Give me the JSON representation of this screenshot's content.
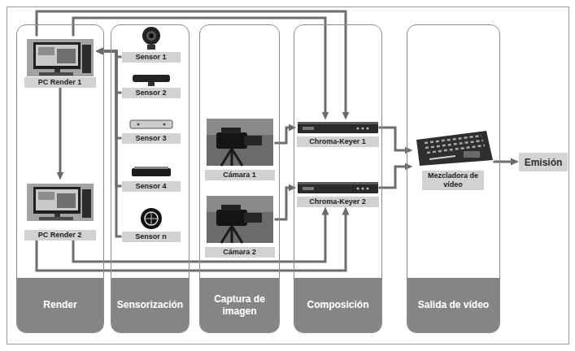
{
  "diagram": {
    "nodes": [
      {
        "text": [
          "Render"
        ]
      },
      {
        "text": [
          "PC Render 1"
        ],
        "in": 0
      },
      {
        "text": [
          "PC Render 2"
        ],
        "in": 0
      },
      {
        "text": [
          "Sensorización"
        ]
      },
      {
        "text": [
          "Sensor 1"
        ],
        "in": 3
      },
      {
        "text": [
          "Sensor 2"
        ],
        "in": 3
      },
      {
        "text": [
          "Sensor 3"
        ],
        "in": 3
      },
      {
        "text": [
          "Sensor 4"
        ],
        "in": 3
      },
      {
        "text": [
          "Sensor n"
        ],
        "in": 3
      },
      {
        "text": [
          "Captura de imagen"
        ]
      },
      {
        "text": [
          "Cámara 1"
        ],
        "in": 9
      },
      {
        "text": [
          "Cámara 2"
        ],
        "in": 9
      },
      {
        "text": [
          "Composición"
        ]
      },
      {
        "text": [
          "Chroma-Keyer 1"
        ],
        "in": 12
      },
      {
        "text": [
          "Chroma-Keyer 2"
        ],
        "in": 12
      },
      {
        "text": [
          "Salida de vídeo"
        ]
      },
      {
        "text": [
          "Mezcladora de vídeo"
        ],
        "in": 15
      },
      {
        "text": [
          "Emisión"
        ]
      }
    ],
    "edges": [
      {
        "from": 4,
        "to": 1,
        "arrow": "to"
      },
      {
        "from": 5,
        "to": 1,
        "arrow": "to"
      },
      {
        "from": 6,
        "to": 1,
        "arrow": "to"
      },
      {
        "from": 7,
        "to": 1,
        "arrow": "to"
      },
      {
        "from": 8,
        "to": 1,
        "arrow": "to"
      },
      {
        "from": 1,
        "to": 2,
        "arrow": "to"
      },
      {
        "from": 1,
        "to": 13,
        "arrow": "to"
      },
      {
        "from": 1,
        "to": 13,
        "arrow": "to"
      },
      {
        "from": 2,
        "to": 14,
        "arrow": "to"
      },
      {
        "from": 2,
        "to": 14,
        "arrow": "to"
      },
      {
        "from": 10,
        "to": 13,
        "arrow": "to"
      },
      {
        "from": 11,
        "to": 14,
        "arrow": "to"
      },
      {
        "from": 13,
        "to": 16,
        "arrow": "to"
      },
      {
        "from": 14,
        "to": 16,
        "arrow": "to"
      },
      {
        "from": 16,
        "to": 17,
        "arrow": "to"
      }
    ]
  }
}
